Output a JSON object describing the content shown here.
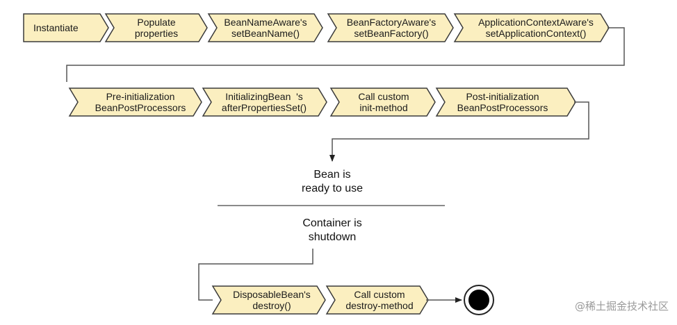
{
  "row1": [
    {
      "lines": [
        "Instantiate"
      ]
    },
    {
      "lines": [
        "Populate",
        "properties"
      ]
    },
    {
      "lines": [
        "BeanNameAware's",
        "setBeanName()"
      ]
    },
    {
      "lines": [
        "BeanFactoryAware's",
        "setBeanFactory()"
      ]
    },
    {
      "lines": [
        "ApplicationContextAware's",
        "setApplicationContext()"
      ]
    }
  ],
  "row2": [
    {
      "lines": [
        "Pre-initialization",
        "BeanPostProcessors"
      ]
    },
    {
      "lines": [
        "InitializingBean  's",
        "afterPropertiesSet()"
      ]
    },
    {
      "lines": [
        "Call custom",
        "init-method"
      ]
    },
    {
      "lines": [
        "Post-initialization",
        "BeanPostProcessors"
      ]
    }
  ],
  "ready": {
    "line1": "Bean is",
    "line2": "ready to use"
  },
  "shutdown": {
    "line1": "Container is",
    "line2": "shutdown"
  },
  "row3": [
    {
      "lines": [
        "DisposableBean's",
        "destroy()"
      ]
    },
    {
      "lines": [
        "Call custom",
        "destroy-method"
      ]
    }
  ],
  "watermark": "@稀土掘金技术社区",
  "colors": {
    "box_fill": "#fbefc0",
    "stroke": "#3a3a3a",
    "line": "#555555",
    "end_fill": "#000000"
  }
}
